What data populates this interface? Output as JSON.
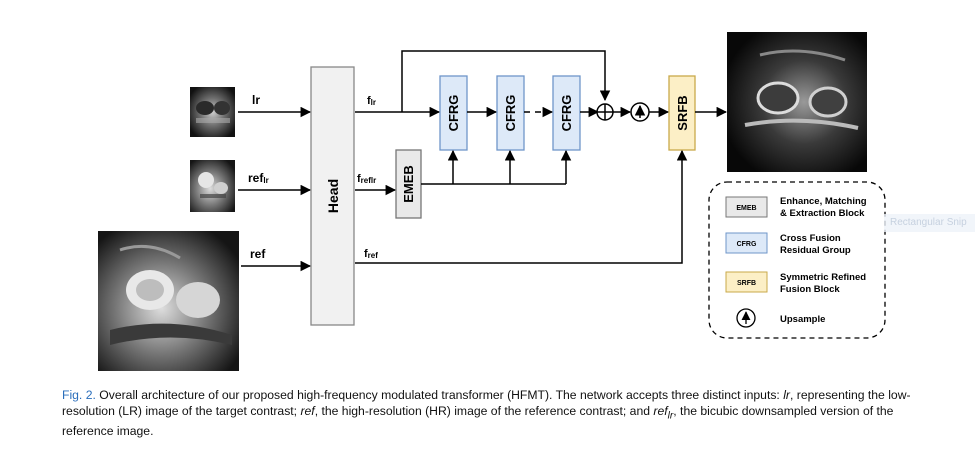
{
  "diagram": {
    "inputs": {
      "lr": "lr",
      "ref_lr": "ref",
      "ref_lr_sub": "lr",
      "ref": "ref"
    },
    "features": {
      "f_lr": "f",
      "f_lr_sub": "lr",
      "f_reflr": "f",
      "f_reflr_sub": "reflr",
      "f_ref": "f",
      "f_ref_sub": "ref"
    },
    "blocks": {
      "head": "Head",
      "emeb": "EMEB",
      "cfrg_1": "CFRG",
      "cfrg_2": "CFRG",
      "cfrg_3": "CFRG",
      "srfb": "SRFB"
    },
    "ellipsis": "- -",
    "legend": {
      "emeb_tag": "EMEB",
      "emeb_line1": "Enhance, Matching",
      "emeb_line2": "& Extraction Block",
      "cfrg_tag": "CFRG",
      "cfrg_line1": "Cross Fusion",
      "cfrg_line2": "Residual Group",
      "srfb_tag": "SRFB",
      "srfb_line1": "Symmetric Refined",
      "srfb_line2": "Fusion Block",
      "upsample": "Upsample"
    },
    "colors": {
      "head_fill": "#f1f1f1",
      "emeb_fill": "#e9e9e9",
      "cfrg_fill": "#dde9f8",
      "cfrg_stroke": "#6f96c9",
      "srfb_fill": "#fcefc6",
      "srfb_stroke": "#c9a94a"
    }
  },
  "caption": {
    "fig": "Fig. 2.",
    "t1": " Overall architecture of our proposed high-frequency modulated transformer (HFMT). The network accepts three distinct inputs: ",
    "lr": "lr",
    "t2": ", representing the low-resolution (LR) image of the target contrast; ",
    "ref": "ref",
    "t3": ", the high-resolution (HR) image of the reference contrast; and ",
    "reflr": "ref",
    "reflr_sub": "lr",
    "t4": ", the bicubic downsampled version of the reference image."
  },
  "overlay": {
    "ghost_text": "Rectangular Snip"
  }
}
